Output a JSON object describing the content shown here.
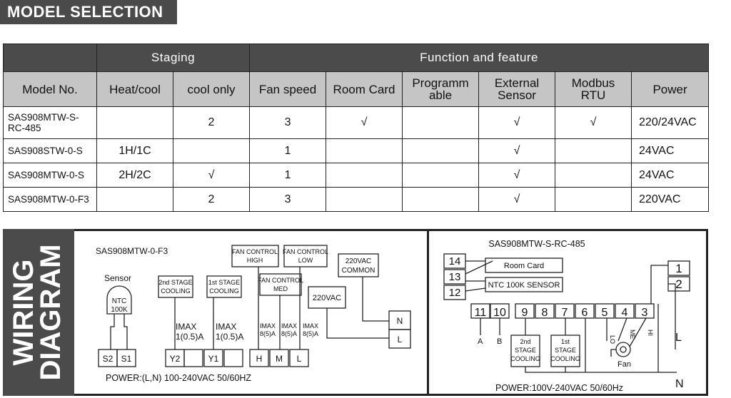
{
  "section_title": "MODEL SELECTION",
  "table": {
    "groups": {
      "staging": "Staging",
      "function": "Function and  feature"
    },
    "headers": [
      "Model No.",
      "Heat/cool",
      "cool only",
      "Fan speed",
      "Room Card",
      "Programm able",
      "External Sensor",
      "Modbus RTU",
      "Power"
    ],
    "rows": [
      [
        "SAS908MTW-S-RC-485",
        "",
        "2",
        "3",
        "√",
        "",
        "√",
        "√",
        "220/24VAC"
      ],
      [
        "SAS908STW-0-S",
        "1H/1C",
        "",
        "1",
        "",
        "",
        "√",
        "",
        "24VAC"
      ],
      [
        "SAS908MTW-0-S",
        "2H/2C",
        "√",
        "1",
        "",
        "",
        "√",
        "",
        "24VAC"
      ],
      [
        "SAS908MTW-0-F3",
        "",
        "2",
        "3",
        "",
        "",
        "√",
        "",
        "220VAC"
      ]
    ]
  },
  "wiring": {
    "side_title_1": "WIRING",
    "side_title_2": "DIAGRAM",
    "left": {
      "model": "SAS908MTW-0-F3",
      "sensor_label": "Sensor",
      "ntc_1": "NTC",
      "ntc_2": "100K",
      "stage2_1": "2nd STAGE",
      "stage2_2": "COOLING",
      "stage1_1": "1st STAGE",
      "stage1_2": "COOLING",
      "fan_high_1": "FAN CONTROL",
      "fan_high_2": "HIGH",
      "fan_med_1": "FAN CONTROL",
      "fan_med_2": "MED",
      "fan_low_1": "FAN CONTROL",
      "fan_low_2": "LOW",
      "common_1": "220VAC",
      "common_2": "COMMON",
      "vac": "220VAC",
      "imax_1": "IMAX",
      "imax_big": "1(0.5)A",
      "imax_small": "8(5)A",
      "terminals": [
        "S2",
        "S1",
        "Y2",
        "",
        "Y1",
        "",
        "H",
        "M",
        "L"
      ],
      "nl": [
        "N",
        "L"
      ],
      "power": "POWER:(L,N) 100-240VAC  50/60HZ"
    },
    "right": {
      "model": "SAS908MTW-S-RC-485",
      "t14": "14",
      "t13": "13",
      "t12": "12",
      "room_card": "Room Card",
      "ntc_sensor": "NTC 100K  SENSOR",
      "t1": "1",
      "t2": "2",
      "row_terms": [
        "11",
        "10",
        "9",
        "8",
        "7",
        "6",
        "5",
        "4",
        "3"
      ],
      "a": "A",
      "b": "B",
      "stage2_1": "2nd",
      "stage2_2": "STAGE",
      "stage2_3": "COOLING",
      "stage1_1": "1st",
      "stage1_2": "STAGE",
      "stage1_3": "COOLING",
      "lo": "LO",
      "me": "ME",
      "hi": "HI",
      "fan": "Fan",
      "l": "L",
      "n": "N",
      "power": "POWER:100V-240VAC  50/60Hz"
    }
  }
}
